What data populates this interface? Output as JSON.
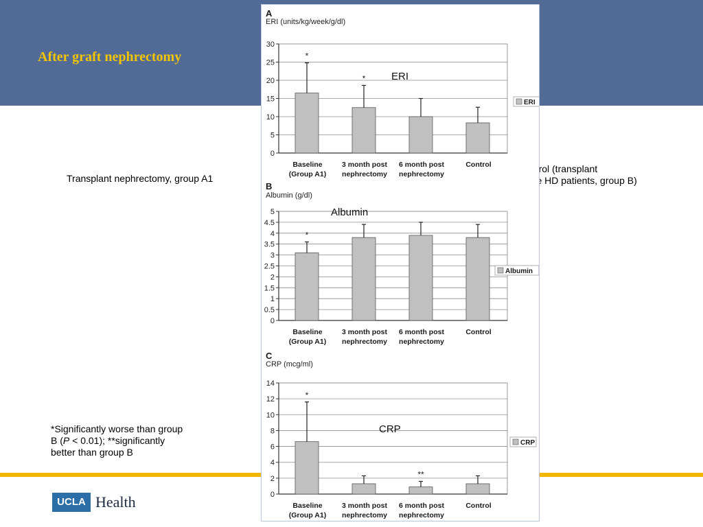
{
  "slide": {
    "title": "After graft nephrectomy",
    "note_left": "Transplant nephrectomy, group A1",
    "note_right_line1": "Control (transplant",
    "note_right_line2": "naïve HD patients, group B)",
    "footnote_line1": " *Significantly worse than group",
    "footnote_line2_pre": "B (",
    "footnote_line2_p": "P",
    "footnote_line2_post": " < 0.01); **significantly",
    "footnote_line3": "better than group B",
    "logo_box": "UCLA",
    "logo_text": "Health"
  },
  "colors": {
    "header": "#516a96",
    "title": "#f2c500",
    "accent_line": "#f2b700",
    "bar_fill": "#c0c0c0",
    "logo_blue": "#2b6ea8"
  },
  "chart_data": [
    {
      "type": "bar",
      "panel_letter": "A",
      "ylabel": "ERI (units/kg/week/g/dl)",
      "overlay_label": "ERI",
      "legend": "ERI",
      "categories": [
        [
          "Baseline",
          "(Group A1)"
        ],
        [
          "3 month post",
          "nephrectomy"
        ],
        [
          "6 month post",
          "nephrectomy"
        ],
        [
          "Control",
          ""
        ]
      ],
      "values": [
        16.5,
        12.5,
        10,
        8.3
      ],
      "errors": [
        8.3,
        6.1,
        5,
        4.3
      ],
      "markers": [
        "*",
        "*",
        "",
        ""
      ],
      "ylim": [
        0,
        30
      ],
      "yticks": [
        0,
        5,
        10,
        15,
        20,
        25,
        30
      ],
      "grid": true
    },
    {
      "type": "bar",
      "panel_letter": "B",
      "ylabel": "Albumin (g/dl)",
      "overlay_label": "Albumin",
      "legend": "Albumin",
      "categories": [
        [
          "Baseline",
          "(Group A1)"
        ],
        [
          "3 month post",
          "nephrectomy"
        ],
        [
          "6 month post",
          "nephrectomy"
        ],
        [
          "Control",
          ""
        ]
      ],
      "values": [
        3.1,
        3.8,
        3.9,
        3.8
      ],
      "errors": [
        0.5,
        0.6,
        0.6,
        0.6
      ],
      "markers": [
        "*",
        "",
        "",
        ""
      ],
      "ylim": [
        0,
        5
      ],
      "yticks": [
        0,
        0.5,
        1,
        1.5,
        2,
        2.5,
        3,
        3.5,
        4,
        4.5,
        5
      ],
      "grid": true
    },
    {
      "type": "bar",
      "panel_letter": "C",
      "ylabel": "CRP (mcg/ml)",
      "overlay_label": "CRP",
      "legend": "CRP",
      "categories": [
        [
          "Baseline",
          "(Group A1)"
        ],
        [
          "3 month post",
          "nephrectomy"
        ],
        [
          "6 month post",
          "nephrectomy"
        ],
        [
          "Control",
          ""
        ]
      ],
      "values": [
        6.6,
        1.3,
        0.9,
        1.3
      ],
      "errors": [
        5.0,
        1.0,
        0.7,
        1.0
      ],
      "markers": [
        "*",
        "",
        "**",
        ""
      ],
      "ylim": [
        0,
        14
      ],
      "yticks": [
        0,
        2,
        4,
        6,
        8,
        10,
        12,
        14
      ],
      "grid": true
    }
  ]
}
